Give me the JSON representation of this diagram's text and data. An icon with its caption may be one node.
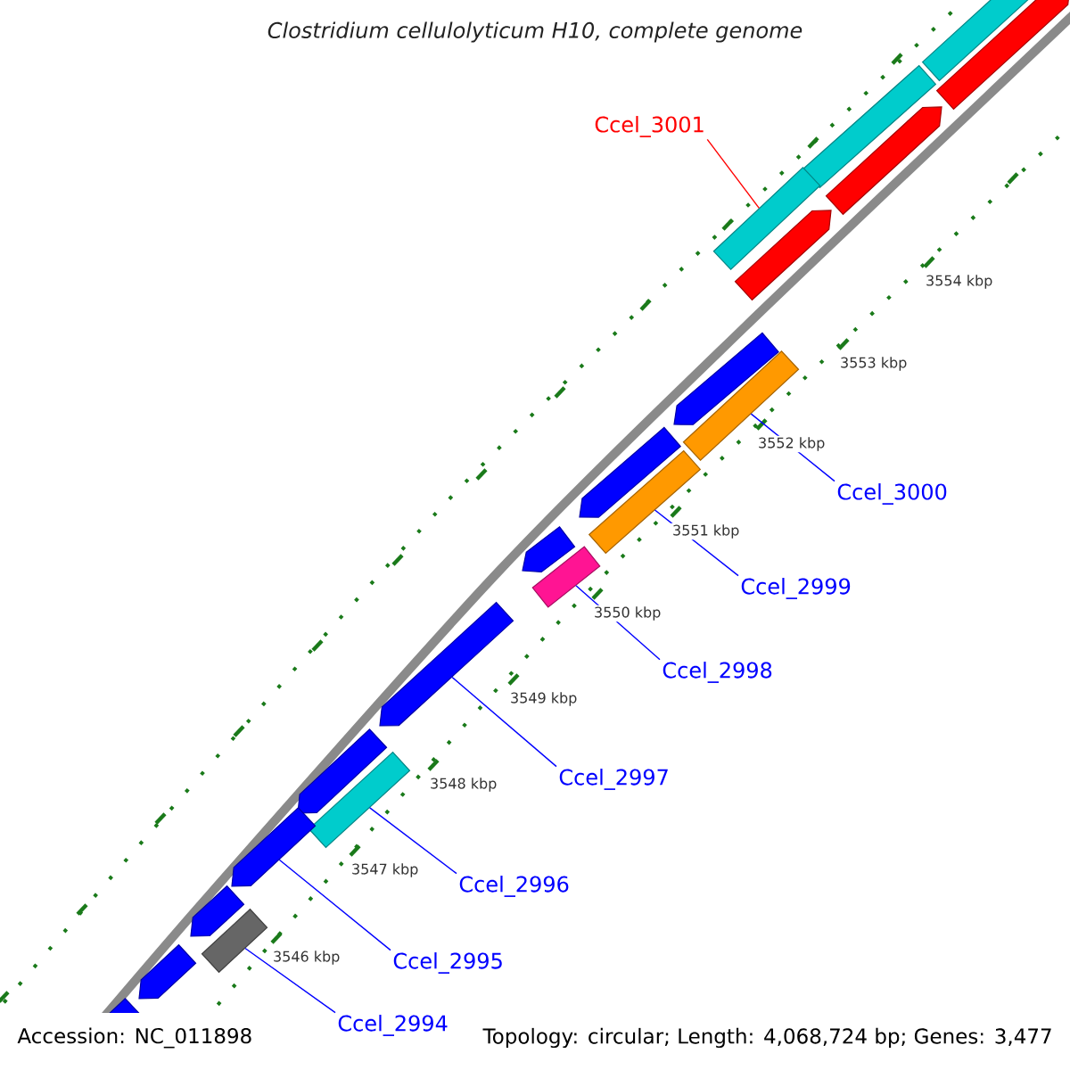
{
  "diagram": {
    "title": "Clostridium cellulolyticum H10, complete genome",
    "nodes": [
      {
        "text": [
          "Ccel_3001"
        ]
      },
      {
        "text": [
          "Ccel_3000"
        ]
      },
      {
        "text": [
          "Ccel_2999"
        ]
      },
      {
        "text": [
          "Ccel_2998"
        ]
      },
      {
        "text": [
          "Ccel_2997"
        ]
      },
      {
        "text": [
          "Ccel_2996"
        ]
      },
      {
        "text": [
          "Ccel_2995"
        ]
      },
      {
        "text": [
          "Ccel_2994"
        ]
      },
      {
        "text": [],
        "shape": "bar"
      },
      {
        "text": [],
        "shape": "bar"
      },
      {
        "text": [],
        "shape": "bar"
      },
      {
        "text": [],
        "shape": "bar"
      },
      {
        "text": [],
        "shape": "bar"
      },
      {
        "text": [],
        "shape": "bar"
      },
      {
        "text": [],
        "shape": "bar"
      },
      {
        "text": [],
        "shape": "bar"
      }
    ],
    "edges": [
      {
        "from": 0,
        "to": 8,
        "arrow": "none",
        "color": "#ff0000"
      },
      {
        "from": 1,
        "to": 9,
        "arrow": "none"
      },
      {
        "from": 2,
        "to": 10,
        "arrow": "none"
      },
      {
        "from": 3,
        "to": 11,
        "arrow": "none"
      },
      {
        "from": 4,
        "to": 12,
        "arrow": "none"
      },
      {
        "from": 5,
        "to": 13,
        "arrow": "none"
      },
      {
        "from": 6,
        "to": 14,
        "arrow": "none"
      },
      {
        "from": 7,
        "to": 15,
        "arrow": "none"
      }
    ],
    "labels": [
      "3554 kbp",
      "3553 kbp",
      "3552 kbp",
      "3551 kbp",
      "3550 kbp",
      "3549 kbp",
      "3548 kbp",
      "3547 kbp",
      "3546 kbp",
      "Accession: NC_011898",
      "Topology: circular; Length: 4,068,724 bp; Genes: 3,477"
    ]
  }
}
